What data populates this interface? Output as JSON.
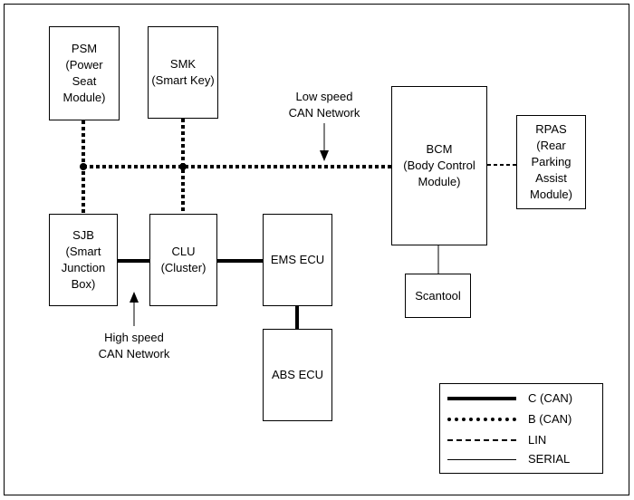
{
  "nodes": {
    "psm": "PSM\n(Power\nSeat\nModule)",
    "smk": "SMK\n(Smart Key)",
    "bcm": "BCM\n(Body Control\nModule)",
    "rpas": "RPAS\n(Rear\nParking\nAssist\nModule)",
    "sjb": "SJB\n(Smart\nJunction\nBox)",
    "clu": "CLU\n(Cluster)",
    "ems": "EMS ECU",
    "abs": "ABS ECU",
    "scantool": "Scantool"
  },
  "annotations": {
    "low_speed": "Low speed\nCAN Network",
    "high_speed": "High speed\nCAN Network"
  },
  "legend": [
    {
      "label": "C (CAN)",
      "style": "thick-solid"
    },
    {
      "label": "B (CAN)",
      "style": "thick-dotted"
    },
    {
      "label": "LIN",
      "style": "dashed"
    },
    {
      "label": "SERIAL",
      "style": "thin-solid"
    }
  ],
  "colors": {
    "line": "#000000",
    "background": "#ffffff"
  }
}
